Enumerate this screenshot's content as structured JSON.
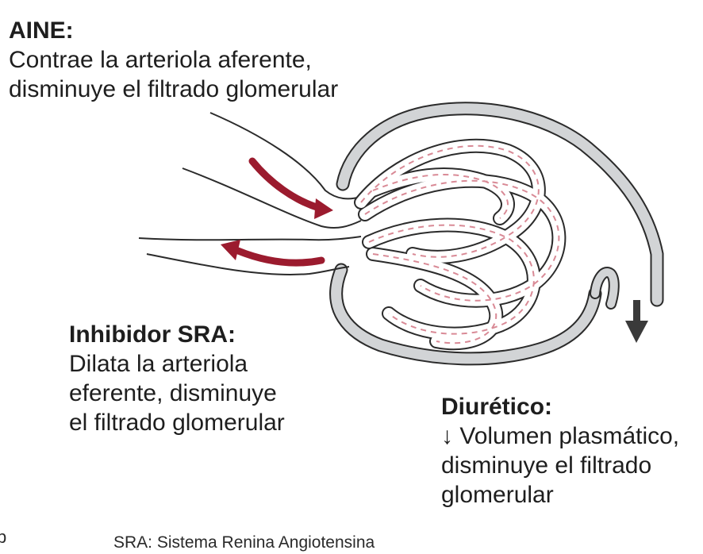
{
  "labels": {
    "aine": {
      "heading": "AINE:",
      "line1": "Contrae la arteriola aferente,",
      "line2": "disminuye el filtrado glomerular"
    },
    "sra": {
      "heading": "Inhibidor SRA:",
      "line1": "Dilata la arteriola",
      "line2": "eferente, disminuye",
      "line3": "el filtrado glomerular"
    },
    "diuretico": {
      "heading": "Diurético:",
      "line1": "↓ Volumen plasmático,",
      "line2": "disminuye el filtrado",
      "line3": "glomerular"
    }
  },
  "footnote": "SRA: Sistema Renina Angiotensina",
  "corner_mark": "p",
  "colors": {
    "arrow_red": "#9b1b2e",
    "capsule_gray": "#d2d4d6",
    "outline": "#2b2b2b",
    "dash_pink": "#d98a96",
    "down_arrow": "#3a3a3a"
  },
  "icons": {
    "afferent_flow": "red-curved-arrow-right",
    "efferent_flow": "red-curved-arrow-left",
    "filtrate_flow": "gray-down-arrow"
  }
}
